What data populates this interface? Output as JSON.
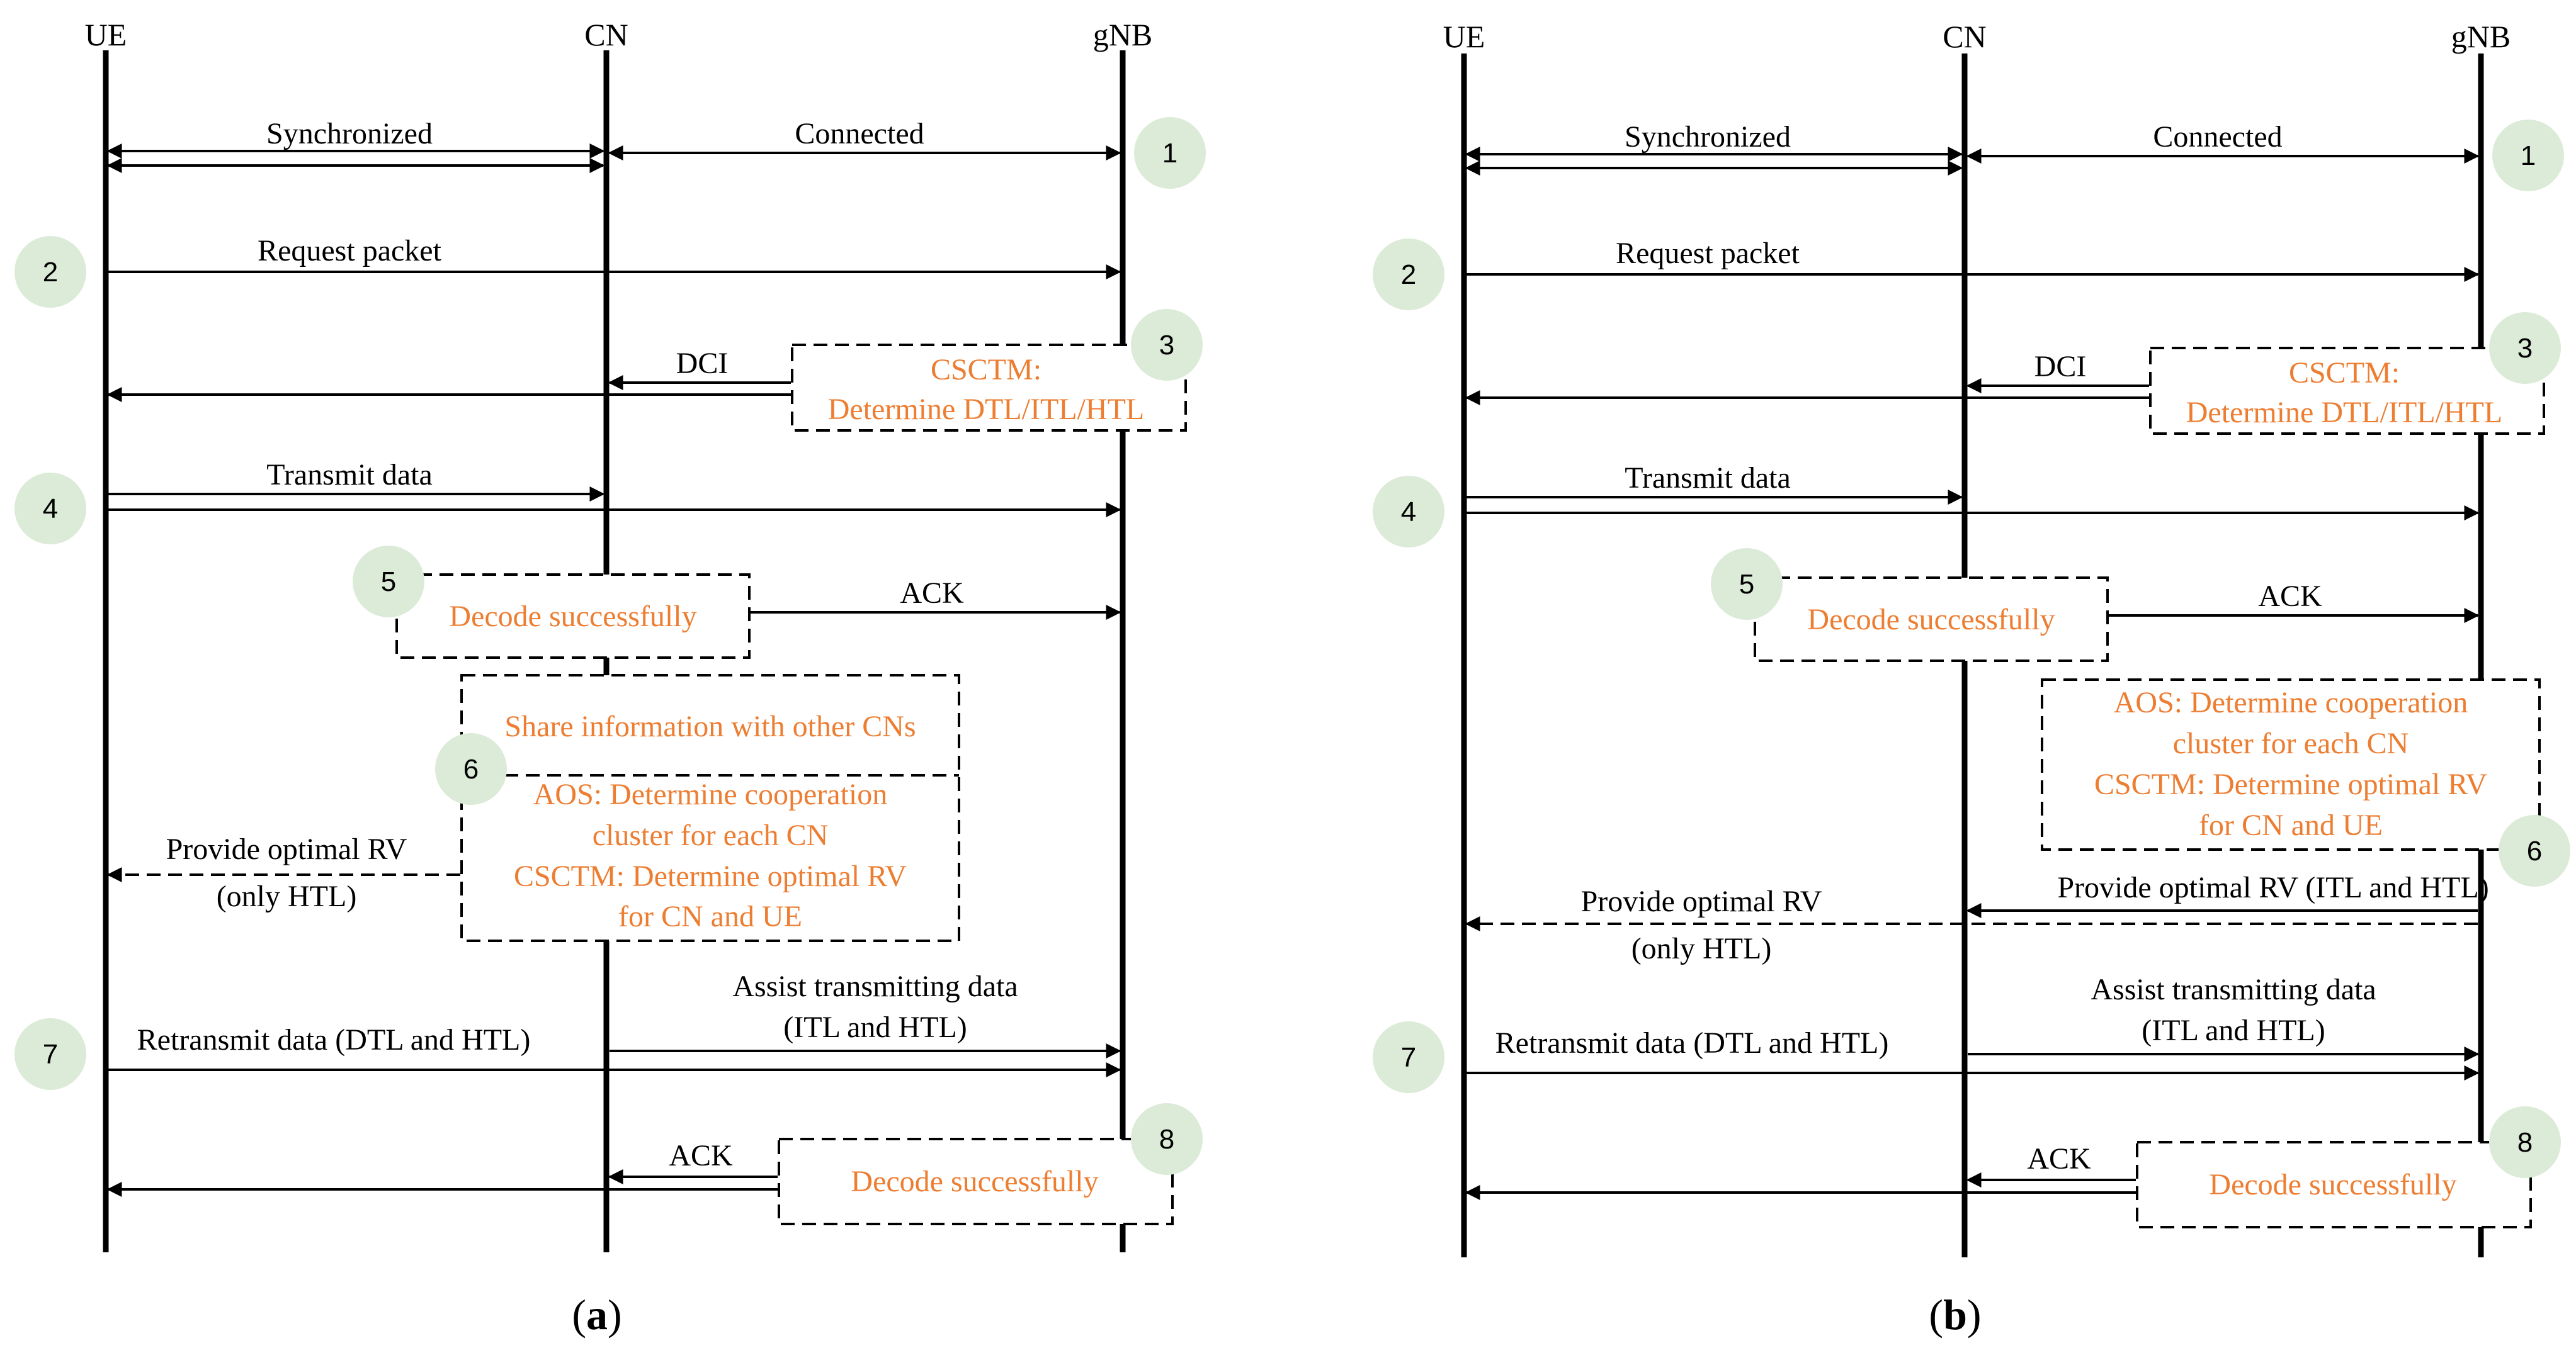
{
  "colors": {
    "highlight_text": "#ED7D31",
    "step_circle": "#DCEBD7",
    "line": "#000000"
  },
  "participants": [
    "UE",
    "CN",
    "gNB"
  ],
  "panel_a": {
    "caption_letter": "a",
    "messages": {
      "synchronized": "Synchronized",
      "connected": "Connected",
      "request_packet": "Request packet",
      "dci": "DCI",
      "transmit_data": "Transmit data",
      "ack_1": "ACK",
      "provide_rv_1": "Provide optimal RV",
      "provide_rv_2": "(only HTL)",
      "assist_1": "Assist transmitting data",
      "assist_2": "(ITL and HTL)",
      "retransmit": "Retransmit data (DTL and HTL)",
      "ack_2": "ACK"
    },
    "boxes": {
      "csctm_1": "CSCTM:",
      "csctm_2": "Determine DTL/ITL/HTL",
      "decode_1": "Decode successfully",
      "share": "Share information with other CNs",
      "aos_1": "AOS: Determine cooperation",
      "aos_2": "cluster for each CN",
      "aos_3": "CSCTM: Determine optimal RV",
      "aos_4": "for CN and UE",
      "decode_2": "Decode successfully"
    },
    "steps": [
      "1",
      "2",
      "3",
      "4",
      "5",
      "6",
      "7",
      "8"
    ]
  },
  "panel_b": {
    "caption_letter": "b",
    "messages": {
      "synchronized": "Synchronized",
      "connected": "Connected",
      "request_packet": "Request packet",
      "dci": "DCI",
      "transmit_data": "Transmit data",
      "ack_1": "ACK",
      "provide_rv_gnb": "Provide optimal RV (ITL and HTL)",
      "provide_rv_1": "Provide optimal RV",
      "provide_rv_2": "(only HTL)",
      "assist_1": "Assist transmitting data",
      "assist_2": "(ITL and HTL)",
      "retransmit": "Retransmit data (DTL and HTL)",
      "ack_2": "ACK"
    },
    "boxes": {
      "csctm_1": "CSCTM:",
      "csctm_2": "Determine DTL/ITL/HTL",
      "decode_1": "Decode successfully",
      "aos_1": "AOS: Determine cooperation",
      "aos_2": "cluster for each CN",
      "aos_3": "CSCTM: Determine optimal RV",
      "aos_4": "for CN and UE",
      "decode_2": "Decode successfully"
    },
    "steps": [
      "1",
      "2",
      "3",
      "4",
      "5",
      "6",
      "7",
      "8"
    ]
  }
}
